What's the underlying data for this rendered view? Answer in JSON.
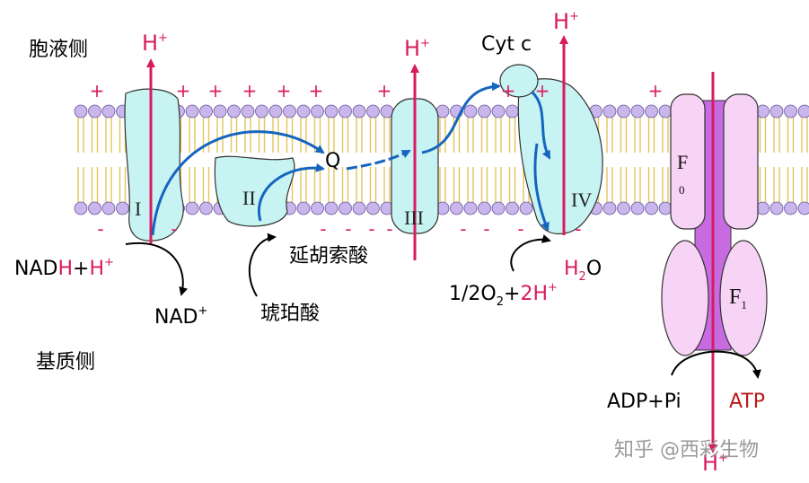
{
  "labels": {
    "cytosol_side": "胞液侧",
    "matrix_side": "基质侧",
    "h_plus": "H",
    "plus_sup": "+",
    "cytc": "Cyt c",
    "q": "Q",
    "fumarate": "延胡索酸",
    "succinate": "琥珀酸",
    "nadh_part1": "NAD",
    "nadh_part2": "H",
    "nadh_part3": "+",
    "nadh_part4": "H",
    "nad_plus": "NAD",
    "o2_part1": "1/2O",
    "o2_sub": "2",
    "o2_part2": "+",
    "o2_part3": "2H",
    "water_h": "H",
    "water_sub": "2",
    "water_o": "O",
    "adp_pi": "ADP+Pi",
    "atp": "ATP",
    "complex_I": "I",
    "complex_II": "II",
    "complex_III": "III",
    "complex_IV": "IV",
    "f0_F": "F",
    "f0_sub": "0",
    "f1_F": "F",
    "f1_sub": "1",
    "plus_sign": "+",
    "minus_sign": "-",
    "watermark": "知乎 @西彩生物"
  },
  "colors": {
    "magenta": "#d81b60",
    "blue_arrow": "#1565c0",
    "protein_fill": "#c8f3f3",
    "lipid_head": "#c9b6ec",
    "lipid_tail": "#e6c35a",
    "atp_synthase_light": "#f7d3f5",
    "atp_synthase_dark": "#c66be0"
  }
}
